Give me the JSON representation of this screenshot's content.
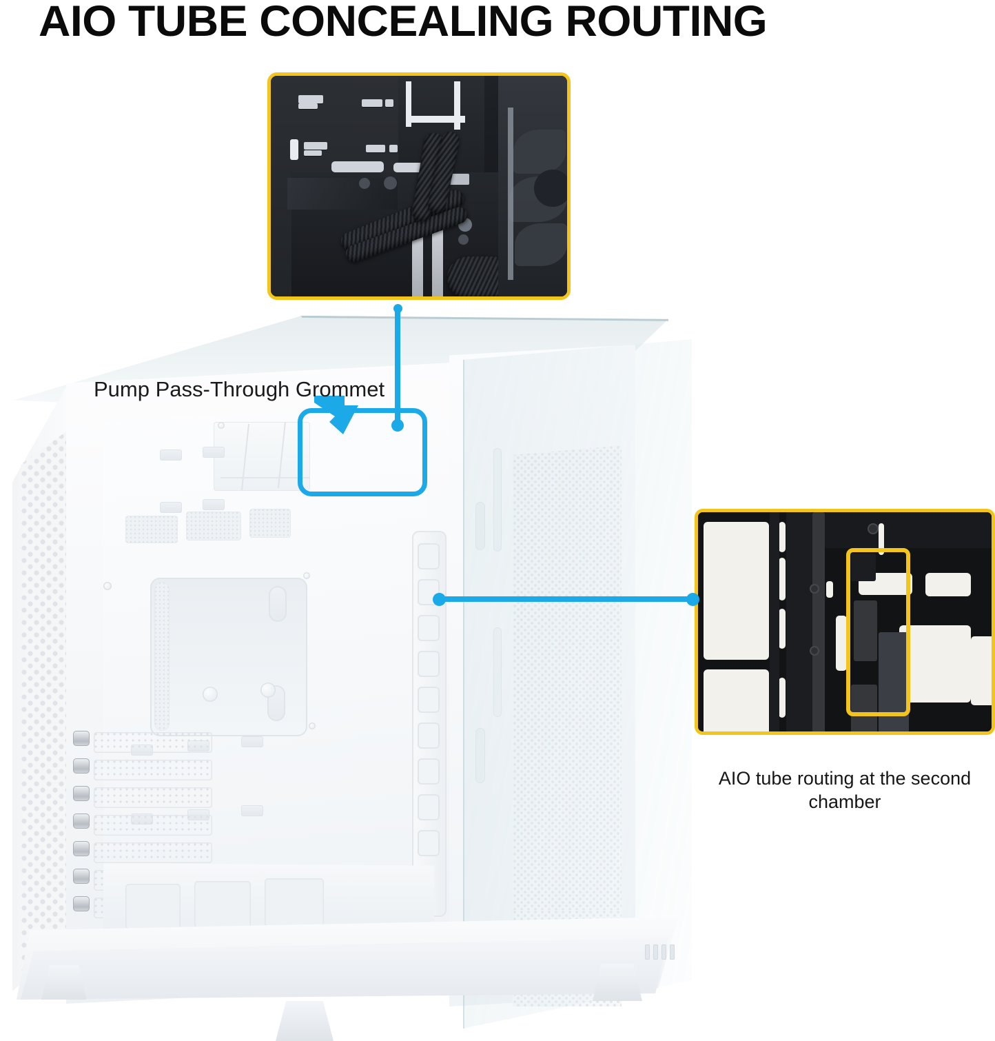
{
  "title": "AIO TUBE CONCEALING ROUTING",
  "annotations": {
    "grommet_label": "Pump Pass-Through Grommet",
    "right_caption": "AIO tube routing at the second chamber"
  },
  "insets": {
    "top": {
      "name": "aio-tube-routing-behind-motherboard",
      "border_color": "#F2C41C"
    },
    "right": {
      "name": "aio-tube-routing-second-chamber",
      "border_color": "#F2C41C",
      "highlight_color": "#F2C41C"
    }
  },
  "colors": {
    "accent_blue": "#1CA9E8",
    "accent_yellow": "#F2C41C",
    "text": "#1a1a1a",
    "case_white": "#f4f6f8"
  },
  "product": {
    "name": "white-dual-chamber-pc-case",
    "pcie_slot_count": 7
  }
}
